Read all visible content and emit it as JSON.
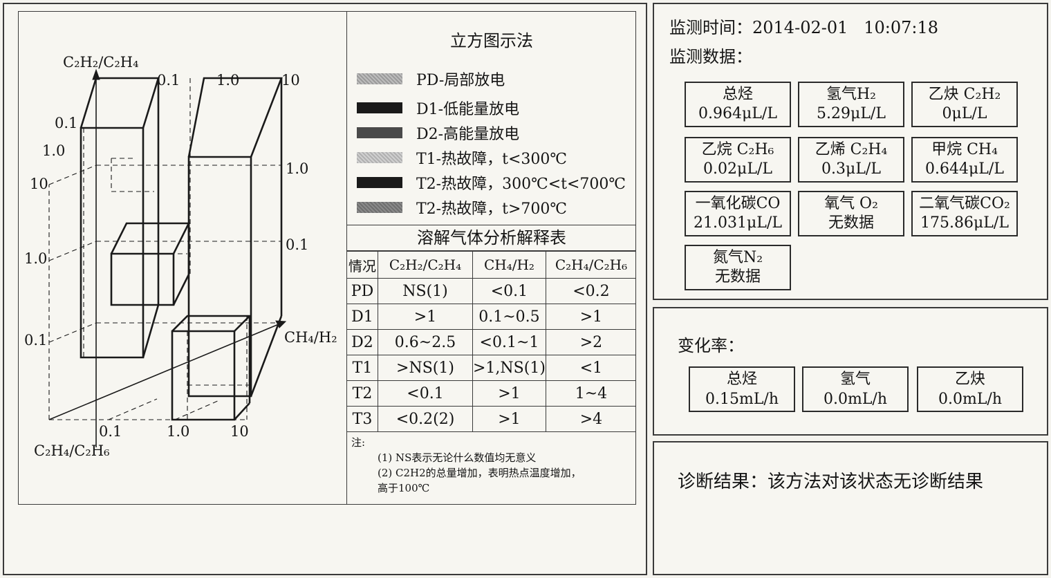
{
  "legend": {
    "title": "立方图示法",
    "items": [
      {
        "label": "PD-局部放电",
        "swatch": "light"
      },
      {
        "label": "D1-低能量放电",
        "swatch": "dark"
      },
      {
        "label": "D2-高能量放电",
        "swatch": "mid"
      },
      {
        "label": "T1-热故障，t<300℃",
        "swatch": "lighter"
      },
      {
        "label": "T2-热故障，300℃<t<700℃",
        "swatch": "dark"
      },
      {
        "label": "T2-热故障，t>700℃",
        "swatch": "med"
      }
    ]
  },
  "cube": {
    "axis_y": "C₂H₂/C₂H₄",
    "axis_x": "CH₄/H₂",
    "axis_z": "C₂H₄/C₂H₆",
    "ticks": {
      "top_01": "0.1",
      "top_10": "1.0",
      "top_100": "10",
      "left_01": "0.1",
      "left_10": "1.0",
      "left_100": "10",
      "mid_10": "1.0",
      "low_01": "0.1",
      "r_10": "1.0",
      "r_01": "0.1",
      "bot_01": "0.1",
      "bot_10": "1.0",
      "bot_100": "10"
    }
  },
  "table": {
    "title": "溶解气体分析解释表",
    "headers": [
      "情况",
      "C₂H₂/C₂H₄",
      "CH₄/H₂",
      "C₂H₄/C₂H₆"
    ],
    "rows": [
      [
        "PD",
        "NS(1)",
        "<0.1",
        "<0.2"
      ],
      [
        "D1",
        ">1",
        "0.1~0.5",
        ">1"
      ],
      [
        "D2",
        "0.6~2.5",
        "<0.1~1",
        ">2"
      ],
      [
        "T1",
        ">NS(1)",
        ">1,NS(1)",
        "<1"
      ],
      [
        "T2",
        "<0.1",
        ">1",
        "1~4"
      ],
      [
        "T3",
        "<0.2(2)",
        ">1",
        ">4"
      ]
    ],
    "notes_title": "注:",
    "notes": [
      "(1) NS表示无论什么数值均无意义",
      "(2) C2H2的总量增加，表明热点温度增加，",
      "高于100℃"
    ]
  },
  "monitor": {
    "time_label": "监测时间：",
    "time_value": "2014-02-01   10:07:18",
    "data_label": "监测数据：",
    "gases": [
      {
        "name": "总烃",
        "value": "0.964μL/L"
      },
      {
        "name": "氢气H₂",
        "value": "5.29μL/L"
      },
      {
        "name": "乙炔 C₂H₂",
        "value": "0μL/L"
      },
      {
        "name": "乙烷 C₂H₆",
        "value": "0.02μL/L"
      },
      {
        "name": "乙烯 C₂H₄",
        "value": "0.3μL/L"
      },
      {
        "name": "甲烷 CH₄",
        "value": "0.644μL/L"
      },
      {
        "name": "一氧化碳CO",
        "value": "21.031μL/L"
      },
      {
        "name": "氧气 O₂",
        "value": "无数据"
      },
      {
        "name": "二氧气碳CO₂",
        "value": "175.86μL/L"
      },
      {
        "name": "氮气N₂",
        "value": "无数据"
      }
    ]
  },
  "rate": {
    "label": "变化率：",
    "items": [
      {
        "name": "总烃",
        "value": "0.15mL/h"
      },
      {
        "name": "氢气",
        "value": "0.0mL/h"
      },
      {
        "name": "乙炔",
        "value": "0.0mL/h"
      }
    ]
  },
  "diagnosis": {
    "label": "诊断结果：",
    "value": "该方法对该状态无诊断结果"
  }
}
